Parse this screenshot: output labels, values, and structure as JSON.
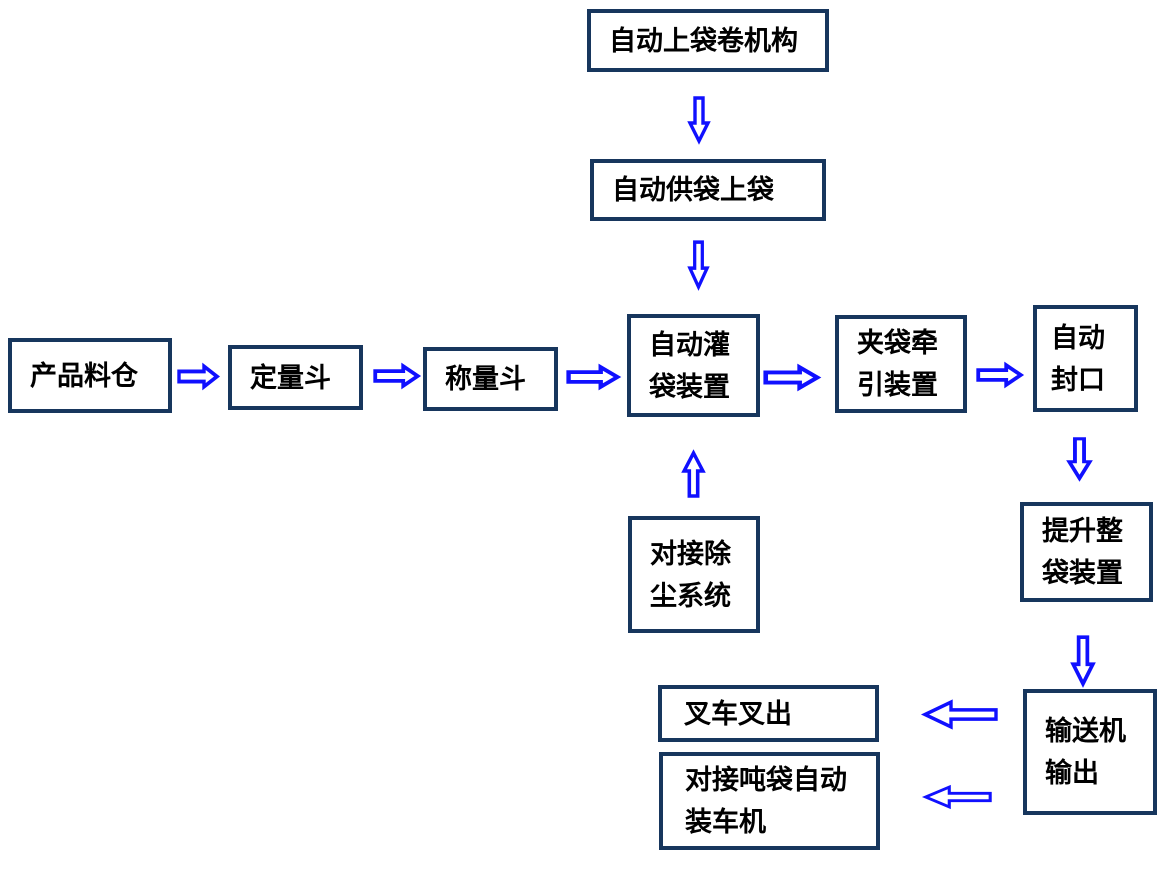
{
  "diagram": {
    "type": "flowchart",
    "description": "Automatic ton-bag packaging line process flow diagram"
  },
  "colors": {
    "box_border": "#17365d",
    "arrow": "#1010ff",
    "text": "#000000",
    "background": "#ffffff"
  },
  "nodes": [
    {
      "id": "auto-bag-roll-mechanism",
      "label": "自动上袋卷机构",
      "lines": [
        "自动上袋卷机构"
      ]
    },
    {
      "id": "auto-bag-feed",
      "label": "自动供袋上袋",
      "lines": [
        "自动供袋上袋"
      ]
    },
    {
      "id": "product-silo",
      "label": "产品料仓",
      "lines": [
        "产品料仓"
      ]
    },
    {
      "id": "dosing-hopper",
      "label": "定量斗",
      "lines": [
        "定量斗"
      ]
    },
    {
      "id": "weighing-hopper",
      "label": "称量斗",
      "lines": [
        "称量斗"
      ]
    },
    {
      "id": "auto-bag-filling-device",
      "label": "自动灌袋装置",
      "lines": [
        "自动灌",
        "袋装置"
      ]
    },
    {
      "id": "bag-clamp-traction-device",
      "label": "夹袋牵引装置",
      "lines": [
        "夹袋牵",
        "引装置"
      ]
    },
    {
      "id": "auto-sealing",
      "label": "自动封口",
      "lines": [
        "自动",
        "封口"
      ]
    },
    {
      "id": "dust-removal-system",
      "label": "对接除尘系统",
      "lines": [
        "对接除",
        "尘系统"
      ]
    },
    {
      "id": "bag-lifting-device",
      "label": "提升整袋装置",
      "lines": [
        "提升整",
        "袋装置"
      ]
    },
    {
      "id": "conveyor-output",
      "label": "输送机输出",
      "lines": [
        "输送机",
        "输出"
      ]
    },
    {
      "id": "forklift-out",
      "label": "叉车叉出",
      "lines": [
        "叉车叉出"
      ]
    },
    {
      "id": "ton-bag-truck-loader",
      "label": "对接吨袋自动装车机",
      "lines": [
        "对接吨袋自动",
        "装车机"
      ]
    }
  ],
  "arrows": [
    {
      "direction": "down",
      "from": "auto-bag-roll-mechanism",
      "to": "auto-bag-feed"
    },
    {
      "direction": "down",
      "from": "auto-bag-feed",
      "to": "auto-bag-filling-device"
    },
    {
      "direction": "right",
      "from": "product-silo",
      "to": "dosing-hopper"
    },
    {
      "direction": "right",
      "from": "dosing-hopper",
      "to": "weighing-hopper"
    },
    {
      "direction": "right",
      "from": "weighing-hopper",
      "to": "auto-bag-filling-device"
    },
    {
      "direction": "right",
      "from": "auto-bag-filling-device",
      "to": "bag-clamp-traction-device"
    },
    {
      "direction": "right",
      "from": "bag-clamp-traction-device",
      "to": "auto-sealing"
    },
    {
      "direction": "up",
      "from": "dust-removal-system",
      "to": "auto-bag-filling-device"
    },
    {
      "direction": "down",
      "from": "auto-sealing",
      "to": "bag-lifting-device"
    },
    {
      "direction": "down",
      "from": "bag-lifting-device",
      "to": "conveyor-output"
    },
    {
      "direction": "left",
      "from": "conveyor-output",
      "to": "forklift-out"
    },
    {
      "direction": "left",
      "from": "conveyor-output",
      "to": "ton-bag-truck-loader"
    }
  ]
}
